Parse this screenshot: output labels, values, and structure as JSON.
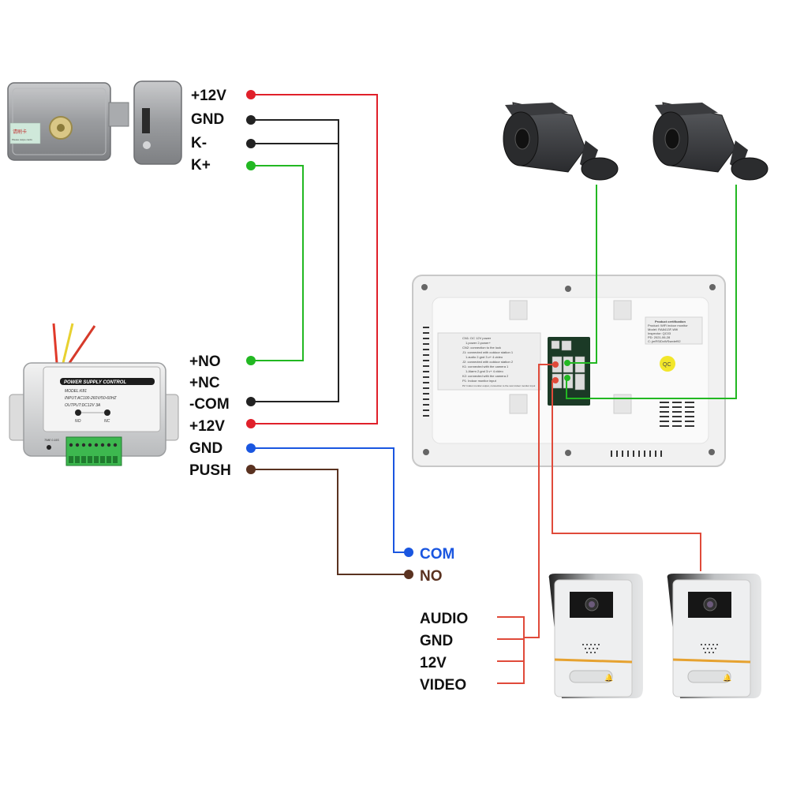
{
  "colors": {
    "red": "#e0202a",
    "black": "#222222",
    "green": "#22b822",
    "blue": "#1a56e0",
    "brown": "#5a3220",
    "signal_red": "#e04a3a"
  },
  "lock": {
    "name": "Electric rim lock",
    "sticker_cn": "请刷卡",
    "sticker_en": "Please swipe cards",
    "terminals": [
      {
        "label": "+12V",
        "color": "red"
      },
      {
        "label": "GND",
        "color": "black"
      },
      {
        "label": "K-",
        "color": "black"
      },
      {
        "label": "K+",
        "color": "green"
      }
    ]
  },
  "power_supply": {
    "title": "POWER SUPPLY CONTROL",
    "model": "MODEL:K81",
    "input": "INPUT:AC100-260V/50-60HZ",
    "output": "OUTPUT:DC12V 3A",
    "led_no": "NO",
    "led_nc": "NC",
    "time_label": "TIME 0-15S",
    "terminals": [
      {
        "label": "+NO",
        "color": "green"
      },
      {
        "label": "+NC",
        "color": null
      },
      {
        "label": "-COM",
        "color": "black"
      },
      {
        "label": "+12V",
        "color": "red"
      },
      {
        "label": "GND",
        "color": "blue"
      },
      {
        "label": "PUSH",
        "color": "brown"
      }
    ]
  },
  "exit_button": {
    "terminals": [
      {
        "label": "COM",
        "color": "blue"
      },
      {
        "label": "NO",
        "color": "brown"
      }
    ]
  },
  "monitor": {
    "name": "Indoor monitor (rear)",
    "spec_label": [
      "CN1: DC 12V power",
      "1.power   2.power+",
      "CN2: connection to the lock",
      "J1: connected with outdoor station 1",
      "1.audio  2.gnd  3.v+  4.video",
      "J2: connected with outdoor station 2",
      "K1: connected with the camera 1",
      "1.Alarm  2.gnd  3.v+  4.video",
      "K2: connected with the camera 2",
      "P1: Indoor monitor input",
      "P2: Indoor monitor output, connection to the next indoor monitor input"
    ],
    "cert_label": [
      "Product certification",
      "Product: WiFi indoor monitor",
      "Model: RA8413F-Wifi",
      "Inspector: QC03",
      "PD: 2021-06-28",
      "C:.jmRSIDxWSsedef92"
    ],
    "qc_sticker": "QC"
  },
  "cameras": [
    {
      "name": "camera-1"
    },
    {
      "name": "camera-2"
    }
  ],
  "outdoor_stations": [
    {
      "name": "outdoor-station-1"
    },
    {
      "name": "outdoor-station-2"
    }
  ],
  "outdoor_pinout": [
    "AUDIO",
    "GND",
    "12V",
    "VIDEO"
  ]
}
